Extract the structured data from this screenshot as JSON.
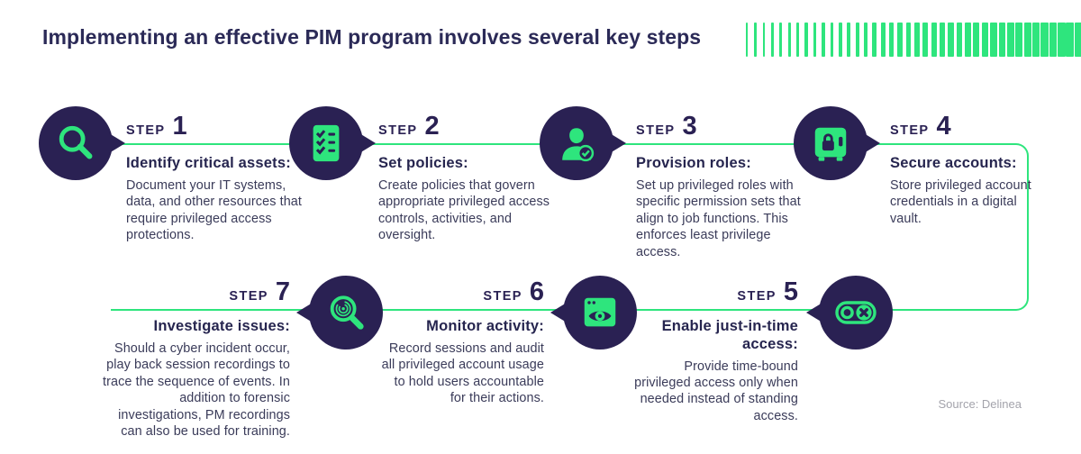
{
  "header": {
    "title": "Implementing an effective PIM program involves several key steps"
  },
  "decor": {
    "bar_count": 40,
    "bar_color": "#2ee57d"
  },
  "colors": {
    "navy": "#2a2153",
    "green": "#2ee57d",
    "title_text": "#2b2a57",
    "body_text": "#3a3b59",
    "source_text": "#a3a3ab"
  },
  "steps": [
    {
      "label": "STEP",
      "number": "1",
      "icon": "magnifier-icon",
      "title": "Identify critical assets:",
      "body": "Document your IT systems, data, and other resources that require privileged access protections."
    },
    {
      "label": "STEP",
      "number": "2",
      "icon": "checklist-icon",
      "title": "Set policies:",
      "body": "Create policies that govern appropriate privileged access controls, activities, and oversight."
    },
    {
      "label": "STEP",
      "number": "3",
      "icon": "user-check-icon",
      "title": "Provision roles:",
      "body": "Set up privileged roles with specific permission sets that align to job functions. This enforces least privilege access."
    },
    {
      "label": "STEP",
      "number": "4",
      "icon": "vault-icon",
      "title": "Secure accounts:",
      "body": "Store privileged account credentials in a digital vault."
    },
    {
      "label": "STEP",
      "number": "5",
      "icon": "toggle-x-icon",
      "title": "Enable just-in-time access:",
      "body": "Provide time-bound privileged access only when needed instead of standing access."
    },
    {
      "label": "STEP",
      "number": "6",
      "icon": "monitor-eye-icon",
      "title": "Monitor activity:",
      "body": "Record sessions and audit all privileged account usage to hold users accountable for their actions."
    },
    {
      "label": "STEP",
      "number": "7",
      "icon": "fingerprint-magnifier-icon",
      "title": "Investigate issues:",
      "body": "Should a cyber incident occur, play back session recordings to trace the sequence of events. In addition to forensic investigations, PM recordings can also be used for training."
    }
  ],
  "footer": {
    "source": "Source: Delinea"
  }
}
